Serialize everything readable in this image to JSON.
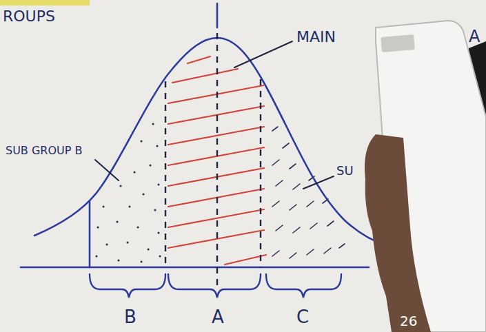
{
  "diagram": {
    "title": "ROUPS",
    "labels": [
      "MAIN",
      "A",
      "SUB GROUP B",
      "SU",
      "B",
      "A",
      "C",
      "26"
    ]
  }
}
